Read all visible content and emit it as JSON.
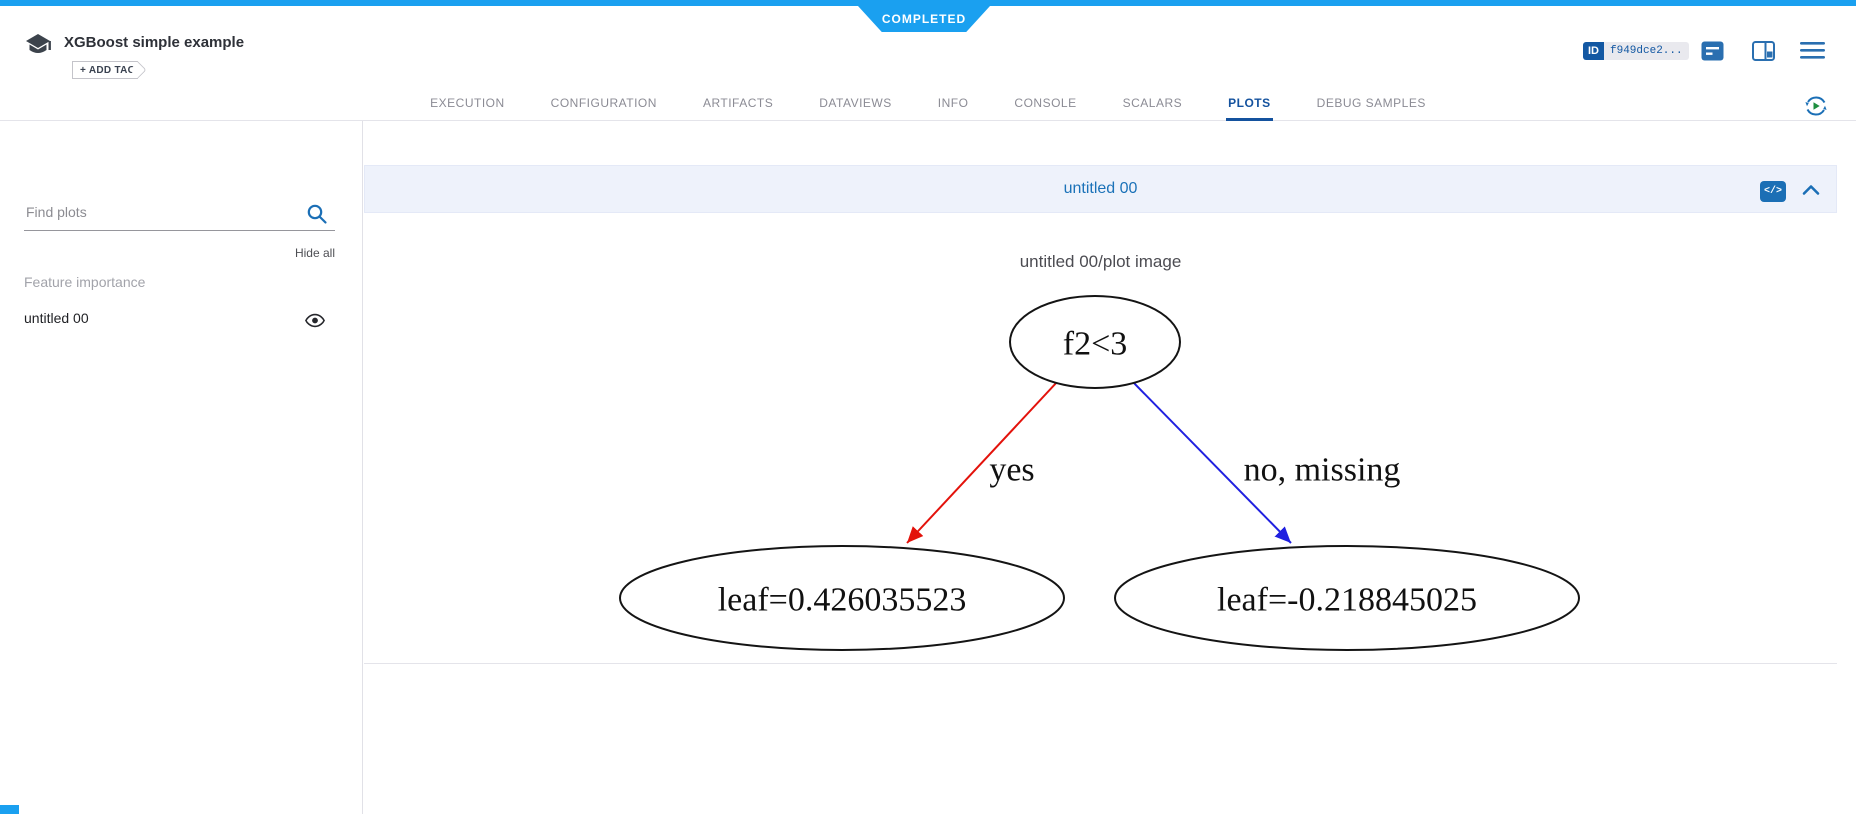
{
  "page": {
    "status_badge": "COMPLETED",
    "experiment_title": "XGBoost simple example",
    "add_tag_label": "+ ADD TAG",
    "id_badge_label": "ID",
    "id_value": "f949dce2...",
    "colors": {
      "top_accent": "#1aa0f0",
      "primary_blue": "#1b6fb6",
      "active_tab_blue": "#14529e",
      "band_background": "#eef2fb",
      "edge_red": "#e3120b",
      "edge_blue": "#2020e0"
    }
  },
  "tabs": [
    {
      "label": "EXECUTION",
      "active": false
    },
    {
      "label": "CONFIGURATION",
      "active": false
    },
    {
      "label": "ARTIFACTS",
      "active": false
    },
    {
      "label": "DATAVIEWS",
      "active": false
    },
    {
      "label": "INFO",
      "active": false
    },
    {
      "label": "CONSOLE",
      "active": false
    },
    {
      "label": "SCALARS",
      "active": false
    },
    {
      "label": "PLOTS",
      "active": true
    },
    {
      "label": "DEBUG SAMPLES",
      "active": false
    }
  ],
  "sidebar": {
    "search_placeholder": "Find plots",
    "hide_all_label": "Hide all",
    "section_label": "Feature importance",
    "items": [
      {
        "label": "untitled 00",
        "visible": true
      }
    ]
  },
  "plot_panel": {
    "header_title": "untitled 00",
    "plot_title": "untitled 00/plot image",
    "code_icon_glyph": "</>"
  },
  "chart_data": {
    "type": "diagram",
    "description": "XGBoost single decision tree plot",
    "nodes": [
      {
        "id": "root",
        "label": "f2<3"
      },
      {
        "id": "leaf_left",
        "label": "leaf=0.426035523"
      },
      {
        "id": "leaf_right",
        "label": "leaf=-0.218845025"
      }
    ],
    "edges": [
      {
        "from": "root",
        "to": "leaf_left",
        "label": "yes",
        "color": "#e3120b"
      },
      {
        "from": "root",
        "to": "leaf_right",
        "label": "no, missing",
        "color": "#2020e0"
      }
    ]
  }
}
